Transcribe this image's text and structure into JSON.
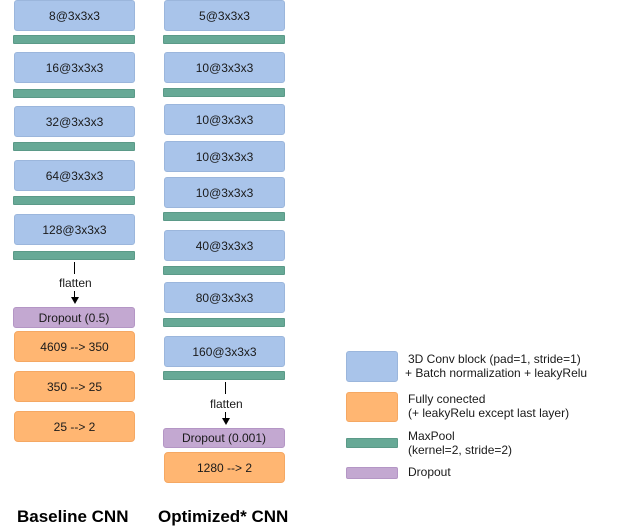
{
  "baseline": {
    "title": "Baseline CNN",
    "conv_blocks": [
      "8@3x3x3",
      "16@3x3x3",
      "32@3x3x3",
      "64@3x3x3",
      "128@3x3x3"
    ],
    "flatten_label": "flatten",
    "dropout": "Dropout (0.5)",
    "fc_layers": [
      "4609 --> 350",
      "350 --> 25",
      "25 --> 2"
    ]
  },
  "optimized": {
    "title": "Optimized* CNN",
    "conv_blocks": [
      "5@3x3x3",
      "10@3x3x3",
      "10@3x3x3",
      "10@3x3x3",
      "10@3x3x3",
      "40@3x3x3",
      "80@3x3x3",
      "160@3x3x3"
    ],
    "flatten_label": "flatten",
    "dropout": "Dropout (0.001)",
    "fc_layers": [
      "1280 --> 2"
    ]
  },
  "legend": {
    "conv": {
      "line1": "3D Conv block (pad=1, stride=1)",
      "line2": "+ Batch normalization + leakyRelu",
      "color": "#a9c4ea"
    },
    "fc": {
      "line1": "Fully conected",
      "line2": "(+ leakyRelu except last layer)",
      "color": "#ffb672"
    },
    "maxpool": {
      "line1": "MaxPool",
      "line2": "(kernel=2, stride=2)",
      "color": "#67a996"
    },
    "dropout": {
      "line1": "Dropout",
      "color": "#c3a8d1"
    }
  }
}
